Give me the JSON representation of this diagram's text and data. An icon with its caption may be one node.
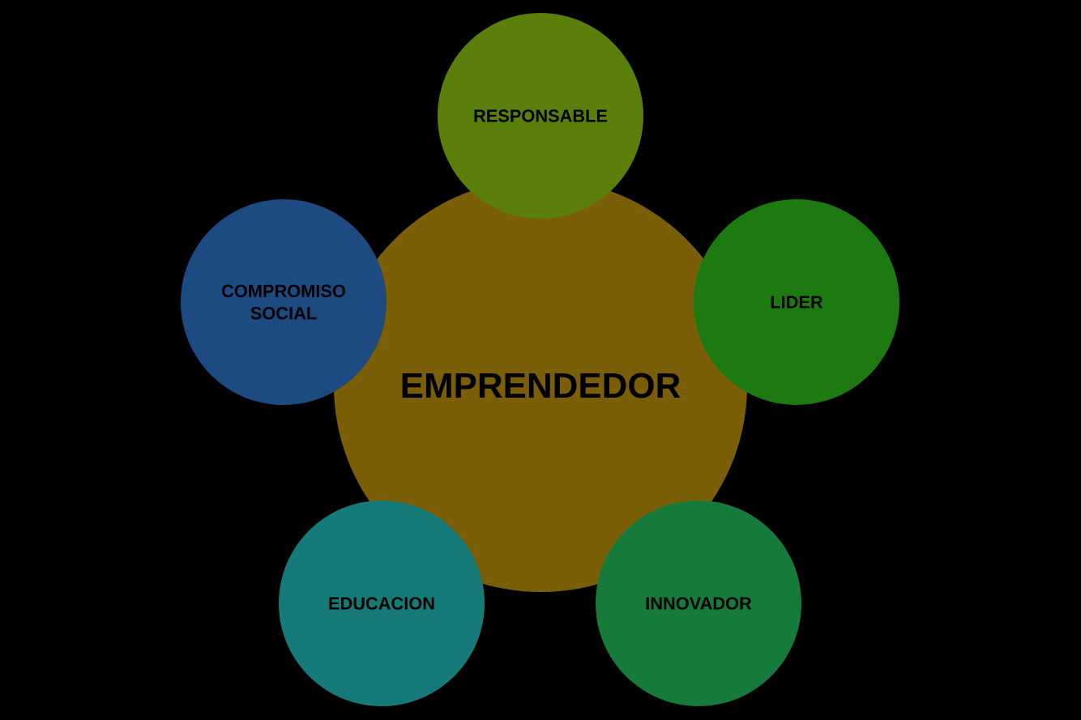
{
  "diagram": {
    "nodes": [
      {
        "text": [
          "EMPRENDEDOR"
        ]
      },
      {
        "text": [
          "RESPONSABLE"
        ]
      },
      {
        "text": [
          "COMPROMISO SOCIAL"
        ]
      },
      {
        "text": [
          "LIDER"
        ]
      },
      {
        "text": [
          "EDUCACION"
        ]
      },
      {
        "text": [
          "INNOVADOR"
        ]
      }
    ]
  }
}
